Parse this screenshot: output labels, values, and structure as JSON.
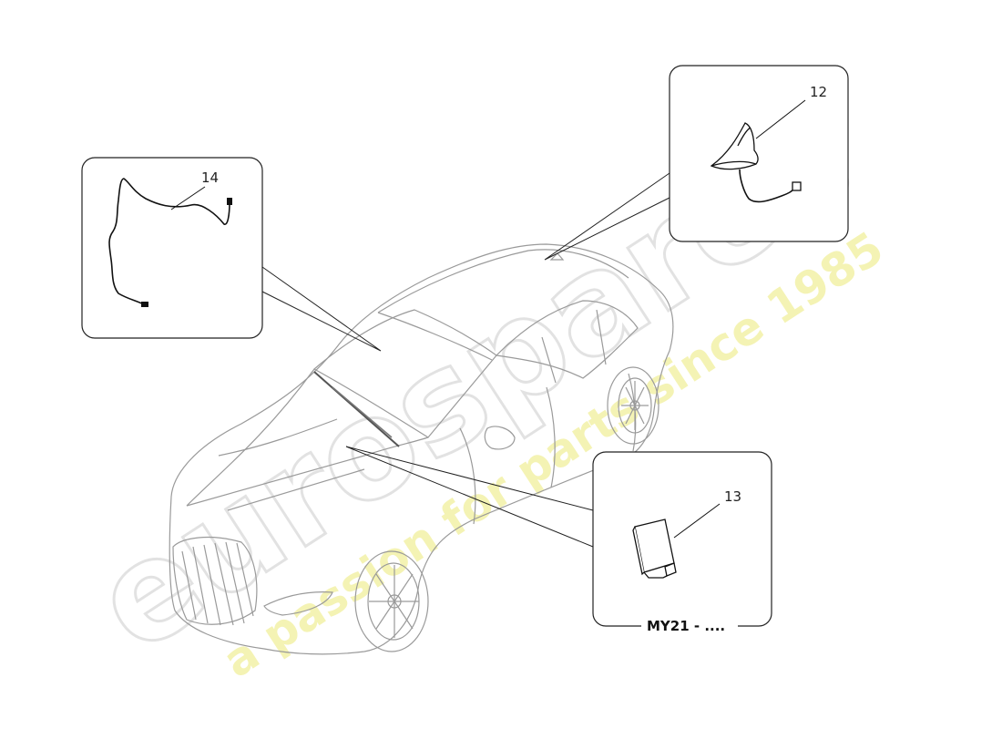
{
  "watermark": {
    "brand": "eurospares",
    "tagline": "a passion for parts since 1985"
  },
  "callouts": {
    "part_12": "12",
    "part_13": "13",
    "part_14": "14"
  },
  "box_13_caption": "MY21 - ...."
}
